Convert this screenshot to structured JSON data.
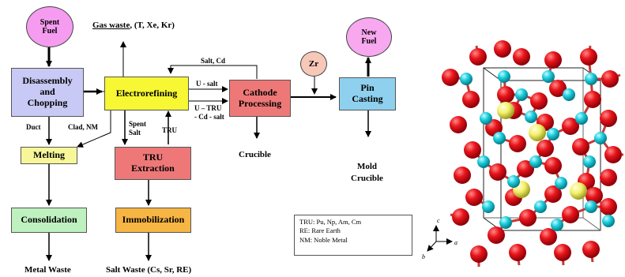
{
  "flowchart": {
    "nodes": {
      "spent_fuel": "Spent\nFuel",
      "disassembly": "Disassembly\nand\nChopping",
      "electrorefining": "Electrorefining",
      "cathode": "Cathode\nProcessing",
      "pin_casting": "Pin\nCasting",
      "new_fuel": "New\nFuel",
      "zr": "Zr",
      "melting": "Melting",
      "tru_extraction": "TRU\nExtraction",
      "consolidation": "Consolidation",
      "immobilization": "Immobilization"
    },
    "outputs": {
      "gas_waste": "Gas waste",
      "gas_waste_rest": ", (T, Xe, Kr)",
      "crucible": "Crucible",
      "mold_crucible": "Mold\nCrucible",
      "metal_waste": "Metal Waste",
      "salt_waste": "Salt Waste (Cs, Sr, RE)"
    },
    "edge_labels": {
      "duct": "Duct",
      "clad_nm": "Clad, NM",
      "spent_salt": "Spent\nSalt",
      "tru": "TRU",
      "salt_cd": "Salt, Cd",
      "u_salt": "U - salt",
      "u_tru": "U – TRU\n- Cd - salt"
    },
    "legend": [
      "TRU: Pu, Np, Am, Cm",
      "RE: Rare Earth",
      "NM: Noble Metal"
    ]
  },
  "crystal": {
    "axes": {
      "c": "c",
      "a": "a",
      "b": "b"
    }
  },
  "colors": {
    "spent_fuel": "#f59cf0",
    "new_fuel": "#f7a8ef",
    "zr": "#f6c8b8",
    "disassembly": "#c9c9f5",
    "electrorefining": "#f7f733",
    "cathode": "#ee7878",
    "pin_casting": "#8ed0ee",
    "melting": "#f7f79a",
    "tru_extraction": "#ee7878",
    "consolidation": "#bff0bf",
    "immobilization": "#f7b544",
    "atom_red": "#e8141a",
    "atom_cyan": "#1ed0e0",
    "atom_yellow": "#f3f06a"
  }
}
